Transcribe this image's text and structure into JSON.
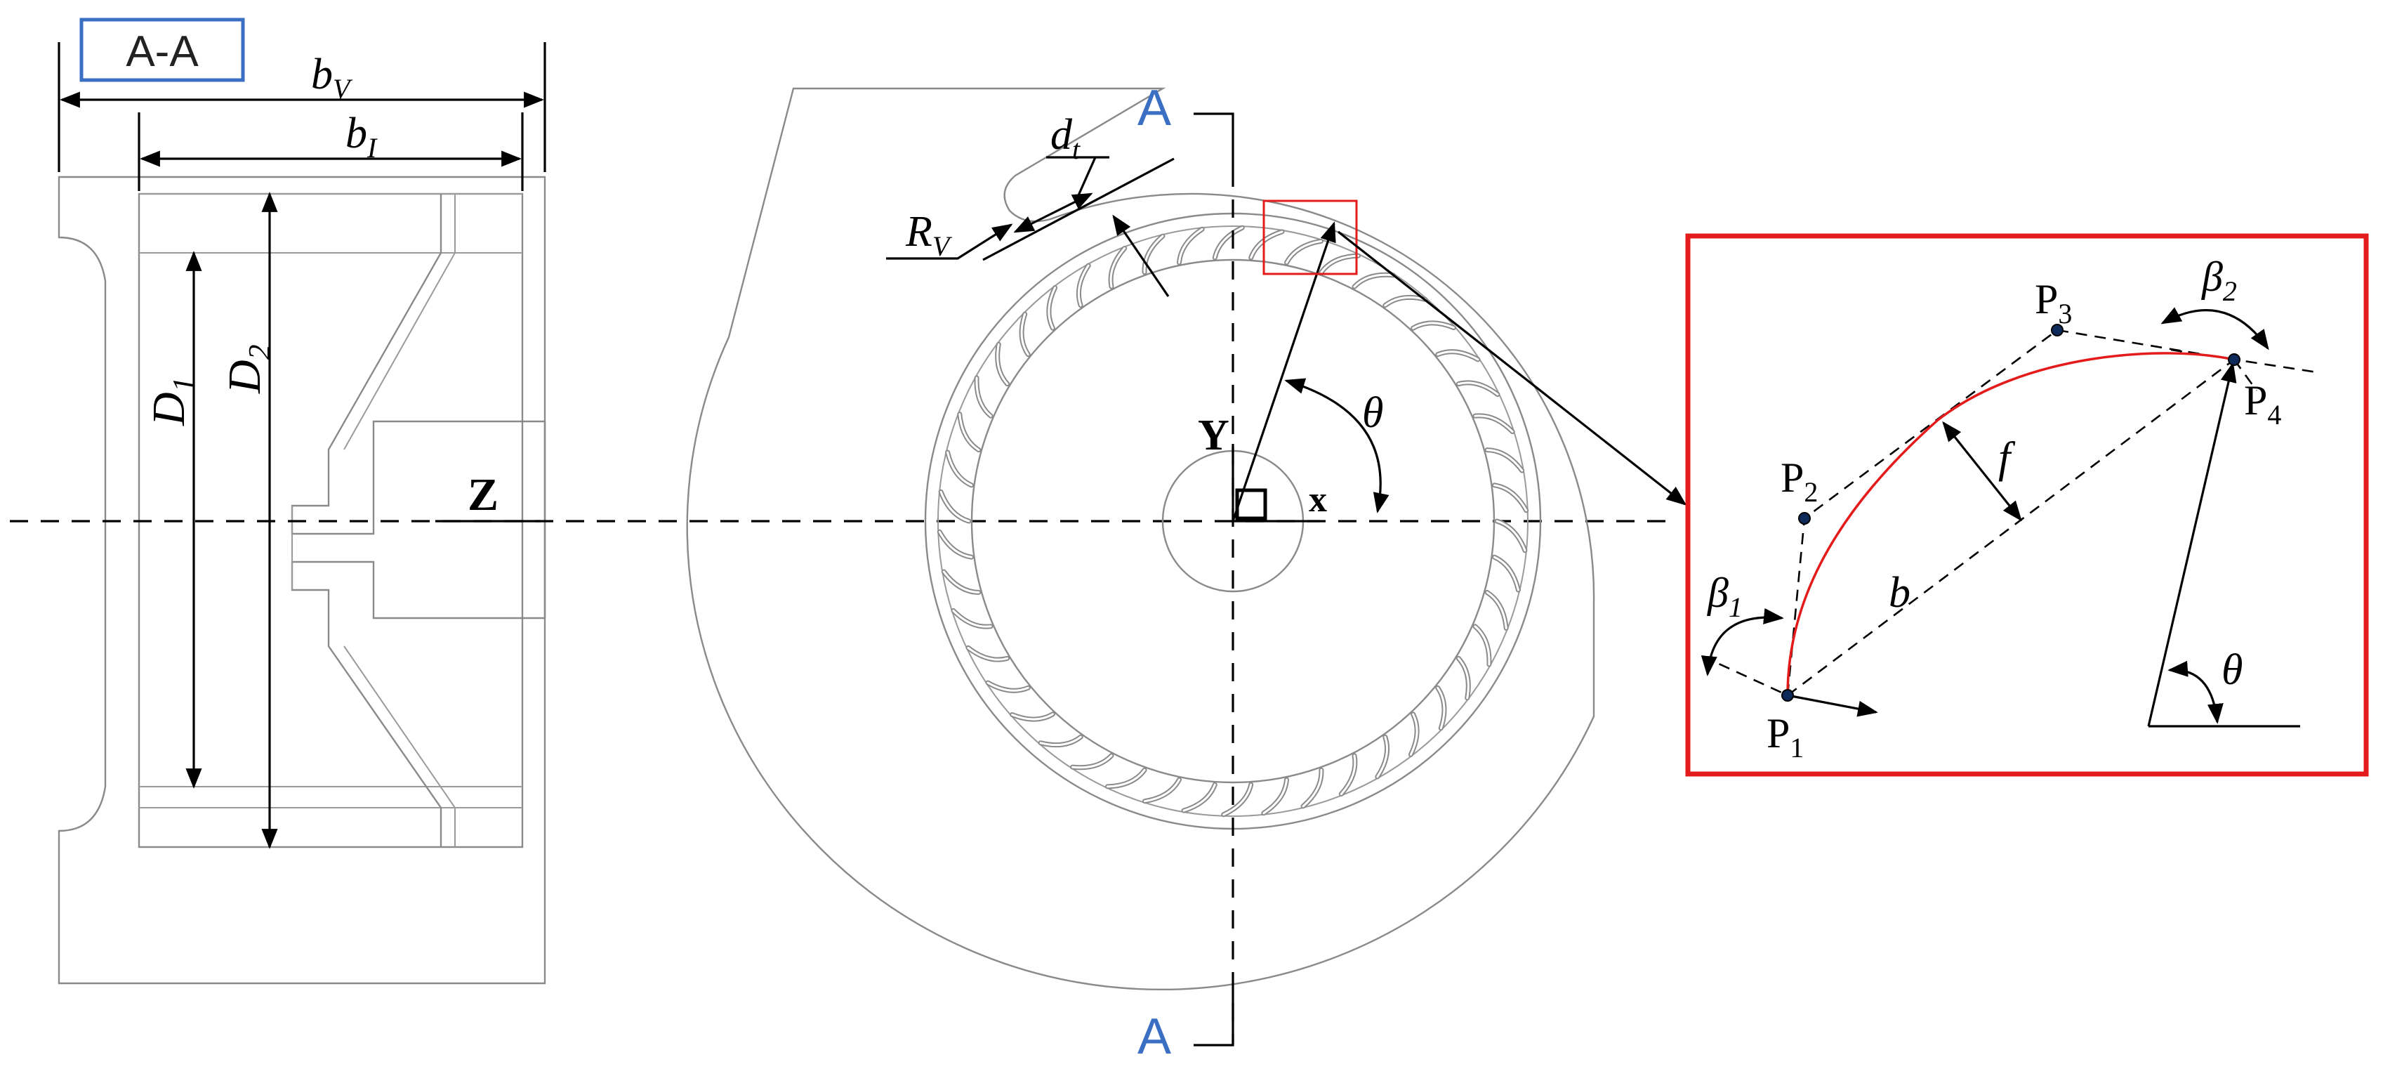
{
  "section_box_label": "A-A",
  "section_marker": "A",
  "dimensions": {
    "bV": {
      "base": "b",
      "sub": "V"
    },
    "bI": {
      "base": "b",
      "sub": "I"
    },
    "D1": {
      "base": "D",
      "sub": "1"
    },
    "D2": {
      "base": "D",
      "sub": "2"
    },
    "dt": {
      "base": "d",
      "sub": "t"
    },
    "RV": {
      "base": "R",
      "sub": "V"
    }
  },
  "axes": {
    "z": "Z",
    "x": "x",
    "y": "Y",
    "theta": "θ"
  },
  "inset": {
    "points": [
      {
        "base": "P",
        "sub": "1"
      },
      {
        "base": "P",
        "sub": "2"
      },
      {
        "base": "P",
        "sub": "3"
      },
      {
        "base": "P",
        "sub": "4"
      }
    ],
    "beta1": {
      "base": "β",
      "sub": "1"
    },
    "beta2": {
      "base": "β",
      "sub": "2"
    },
    "f": "f",
    "b": "b",
    "theta": "θ"
  },
  "colors": {
    "inset_frame": "#e31b1b",
    "blade_curve": "#e31b1b",
    "section_letters": "#3a6fc4"
  }
}
